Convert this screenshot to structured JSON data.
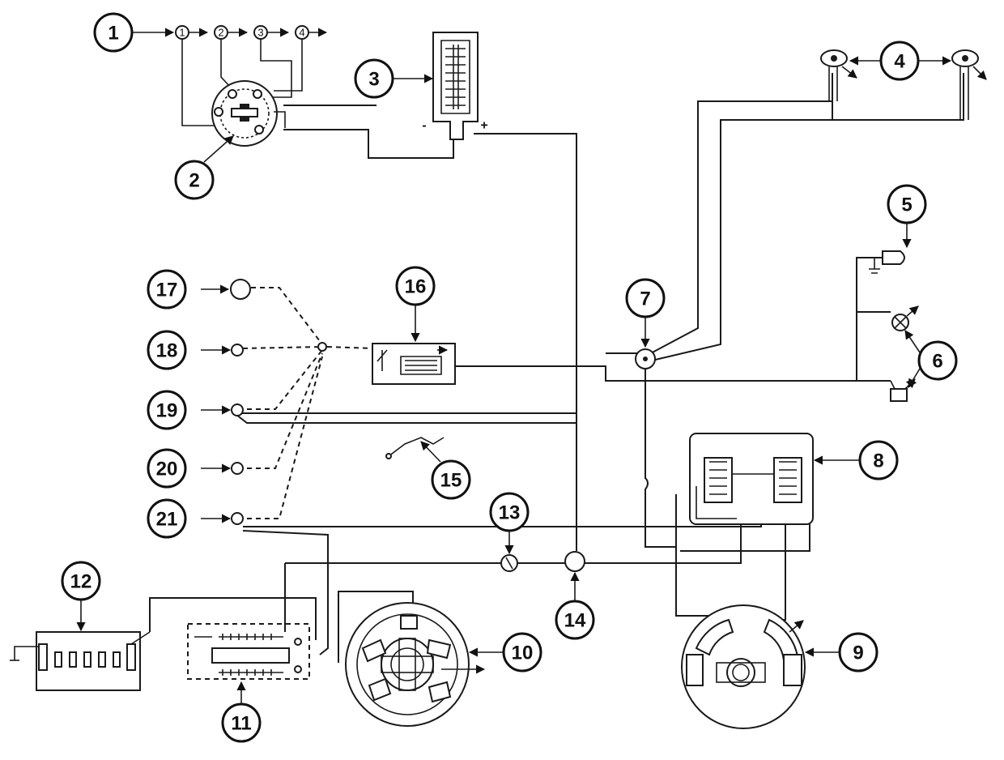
{
  "callouts": [
    "1",
    "2",
    "3",
    "4",
    "5",
    "6",
    "7",
    "8",
    "9",
    "10",
    "11",
    "12",
    "13",
    "14",
    "15",
    "16",
    "17",
    "18",
    "19",
    "20",
    "21"
  ],
  "terminals": [
    "1",
    "2",
    "3",
    "4"
  ],
  "polarity": {
    "minus": "-",
    "plus": "+"
  }
}
